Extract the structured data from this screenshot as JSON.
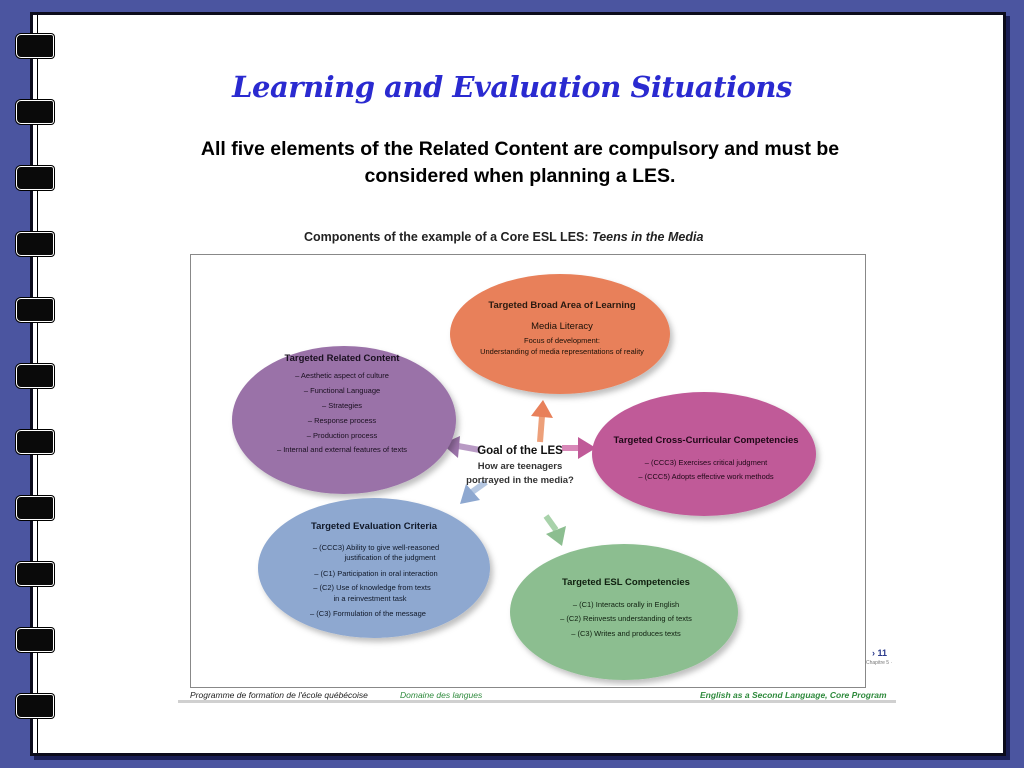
{
  "slide": {
    "title": "Learning and Evaluation Situations",
    "subtitle_line1": "All five elements of the Related Content are compulsory and must be",
    "subtitle_line2": "considered when planning a LES."
  },
  "figure": {
    "caption": "Components of the example of a Core ESL LES:",
    "caption_italic": "Teens in the Media",
    "center": {
      "title": "Goal of the LES",
      "line1": "How are teenagers",
      "line2": "portrayed in the media?"
    },
    "nodes": {
      "broad_area": {
        "title": "Targeted Broad Area of Learning",
        "subtitle": "Media Literacy",
        "line1": "Focus of development:",
        "line2": "Understanding of media representations of reality",
        "color": "#e8805a"
      },
      "related_content": {
        "title": "Targeted Related Content",
        "items": [
          "– Aesthetic aspect of culture",
          "– Functional Language",
          "– Strategies",
          "– Response process",
          "– Production process",
          "– Internal and external features of texts"
        ],
        "color": "#9a72a8"
      },
      "cross_curricular": {
        "title": "Targeted Cross-Curricular Competencies",
        "items": [
          "– (CCC3) Exercises critical judgment",
          "– (CCC5) Adopts effective work methods"
        ],
        "color": "#c05a98"
      },
      "evaluation_criteria": {
        "title": "Targeted Evaluation Criteria",
        "items": [
          "– (CCC3) Ability to give well-reasoned",
          "justification of the judgment",
          "– (C1) Participation in oral interaction",
          "– (C2) Use of knowledge from texts",
          "in a reinvestment task",
          "– (C3) Formulation of the message"
        ],
        "color": "#8ea8d0"
      },
      "esl_competencies": {
        "title": "Targeted ESL Competencies",
        "items": [
          "– (C1) Interacts orally in English",
          "– (C2) Reinvests understanding of texts",
          "– (C3) Writes and produces texts"
        ],
        "color": "#8cbe90"
      }
    },
    "page_number": "› 11",
    "chapter_label": "Chapitre 5 ·",
    "footer_left": "Programme de formation de l'école québécoise",
    "footer_middle": "Domaine des langues",
    "footer_right": "English as a Second Language, Core Program",
    "footer_color": "#2e8a3c"
  }
}
